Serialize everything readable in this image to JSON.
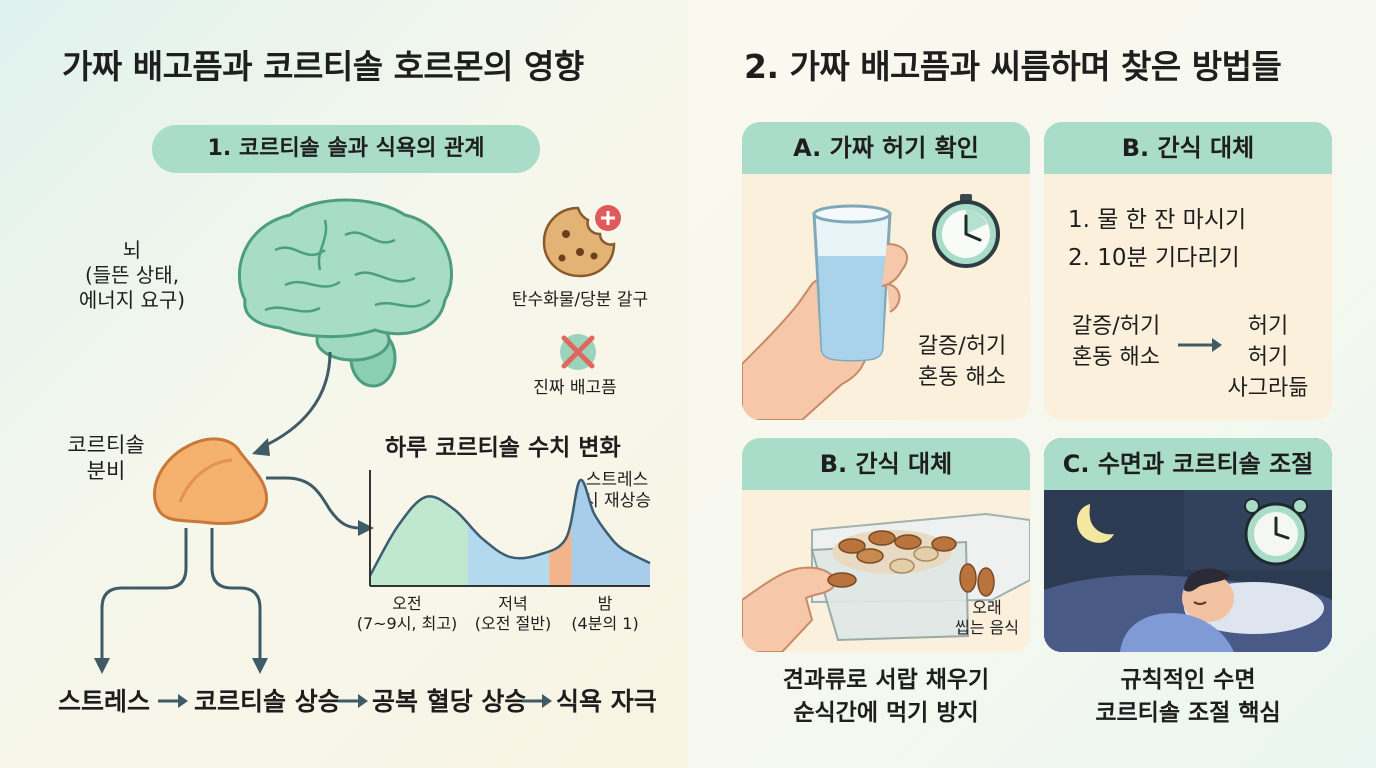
{
  "left": {
    "title": "가짜 배고픔과 코르티솔 호르몬의 영향",
    "section1_pill": "1. 코르티솔 솔과 식욕의 관계",
    "brain_label": [
      "뇌",
      "(들뜬 상태,",
      "에너지 요구)"
    ],
    "cortisol_secretion": [
      "코르티솔",
      "분비"
    ],
    "craving_label": "탄수화물/당분 갈구",
    "real_hunger_label": "진짜 배고픔",
    "chart_title": "하루 코르티솔 수치 변화",
    "stress_annotation": [
      "스트레스",
      "시 재상승"
    ],
    "flow": [
      "스트레스",
      "코르티솔 상승",
      "공복 혈당 상승",
      "식욕 자극"
    ],
    "icons": {
      "brain": "brain-icon",
      "cookie": "cookie-icon",
      "plus": "plus-icon",
      "cross": "cross-icon",
      "gland": "adrenal-gland-icon"
    }
  },
  "chart_data": {
    "type": "area",
    "title": "하루 코르티솔 수치 변화",
    "xlabel": "",
    "ylabel": "",
    "x_bands": [
      {
        "label": "오전",
        "sub": "(7~9시, 최고)",
        "color": "#bfe8cf"
      },
      {
        "label": "저녁",
        "sub": "(오전 절반)",
        "color": "#b3d9ee"
      },
      {
        "label": "",
        "sub": "",
        "color": "#f2b48a"
      },
      {
        "label": "밤",
        "sub": "(4분의 1)",
        "color": "#a7cdeb"
      }
    ],
    "x": [
      0,
      10,
      20,
      30,
      40,
      50,
      60,
      70,
      75,
      80,
      85,
      90,
      100
    ],
    "y": [
      0.5,
      2.9,
      4.3,
      3.7,
      2.3,
      1.4,
      1.5,
      2.3,
      5.1,
      3.5,
      2.5,
      1.8,
      1.1
    ],
    "band_edges": [
      0,
      35,
      64,
      72,
      100
    ],
    "xlim": [
      0,
      100
    ],
    "ylim": [
      0,
      5.5
    ],
    "grid": false
  },
  "right": {
    "title": "2. 가짜 배고픔과 씨름하며 찾은 방법들",
    "card_a": {
      "head": "A. 가짜 허기 확인",
      "text": [
        "갈증/허기",
        "혼동 해소"
      ]
    },
    "card_b1": {
      "head": "B. 간식 대체",
      "steps": [
        "1. 물 한 잔 마시기",
        "2. 10분 기다리기"
      ],
      "from": [
        "갈증/허기",
        "혼동 해소"
      ],
      "to": [
        "허기",
        "허기",
        "사그라듦"
      ]
    },
    "card_b2": {
      "head": "B. 간식 대체",
      "inner_label": [
        "오래",
        "씹는 음식"
      ],
      "caption": [
        "견과류로 서랍 채우기",
        "순식간에 먹기 방지"
      ]
    },
    "card_c": {
      "head": "C. 수면과 코르티솔 조절",
      "caption": [
        "규칙적인 수면",
        "코르티솔 조절 핵심"
      ]
    },
    "icons": {
      "water": "water-glass-icon",
      "clock": "clock-icon",
      "nuts": "nuts-drawer-icon",
      "moon": "moon-icon",
      "alarm": "alarm-clock-icon",
      "sleeper": "sleeping-person-icon"
    }
  }
}
